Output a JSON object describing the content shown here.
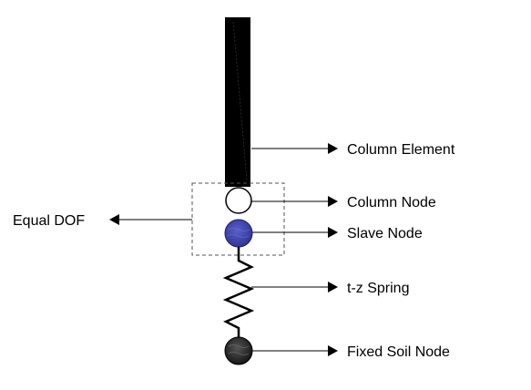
{
  "diagram": {
    "labels": {
      "column_element": "Column Element",
      "column_node": "Column Node",
      "slave_node": "Slave Node",
      "tz_spring": "t-z Spring",
      "fixed_soil_node": "Fixed Soil Node",
      "equal_dof": "Equal DOF"
    },
    "colors": {
      "column": "#000000",
      "column_node_fill": "#ffffff",
      "slave_node_fill": "#3b3fa6",
      "fixed_soil_node_fill": "#2a2a2a",
      "spring": "#000000",
      "group_border": "#555555"
    }
  }
}
